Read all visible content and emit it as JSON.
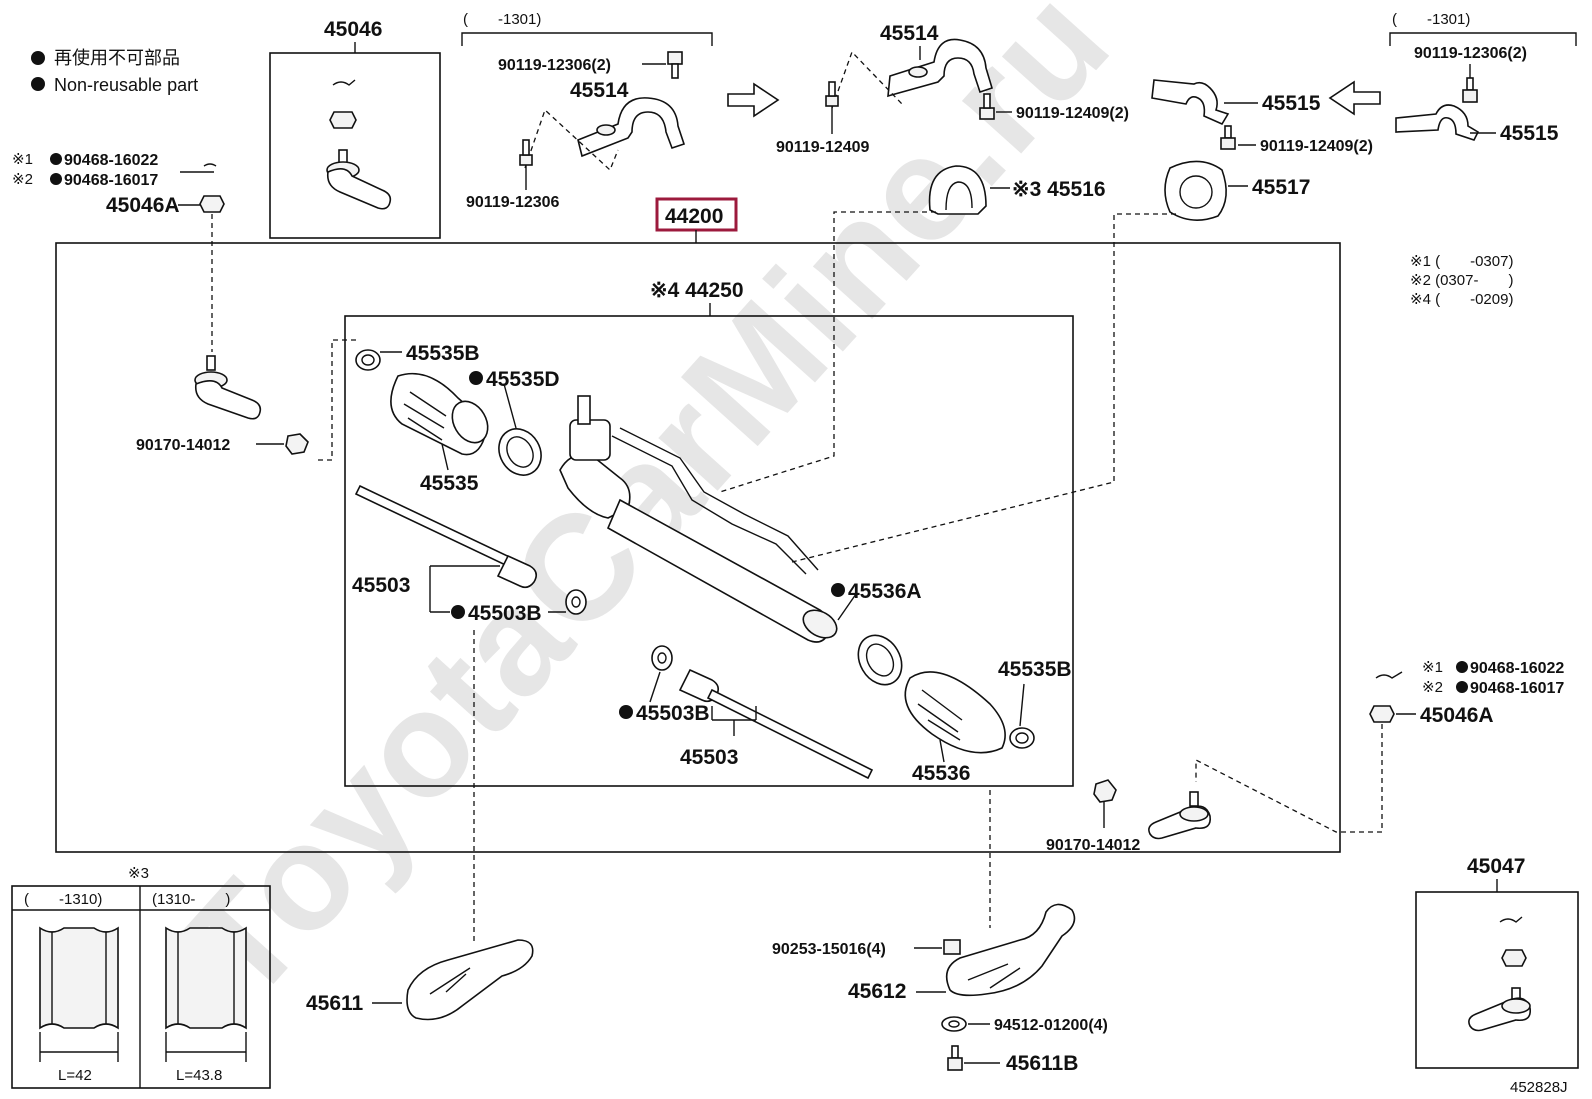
{
  "watermark": "ToyotaCarMine.ru",
  "legend": {
    "jp": "再使用不可部品",
    "en": "Non-reusable part"
  },
  "notes": {
    "n1": "※1 (　　-0307)",
    "n2": "※2 (0307-　　)",
    "n4": "※4 (　　-0209)"
  },
  "date_left": "(　　-1301)",
  "date_right": "(　　-1301)",
  "highlight_color": "#9c1a3c",
  "labels": {
    "p44200": "44200",
    "p44250": "※4 44250",
    "p45046": "45046",
    "p45047": "45047",
    "p45514a": "45514",
    "p45514b": "45514",
    "p45515a": "45515",
    "p45515b": "45515",
    "p45516": "※3 45516",
    "p45517": "45517",
    "b12306_2_l": "90119-12306(2)",
    "b12306_2_r": "90119-12306(2)",
    "b12306": "90119-12306",
    "b12409": "90119-12409",
    "b12409_2a": "90119-12409(2)",
    "b12409_2b": "90119-12409(2)",
    "cotter1_l": "※1",
    "cotter1_l_no": "90468-16022",
    "cotter2_l": "※2",
    "cotter2_l_no": "90468-16017",
    "cotter1_r": "※1",
    "cotter1_r_no": "90468-16022",
    "cotter2_r": "※2",
    "cotter2_r_no": "90468-16017",
    "nut_l": "45046A",
    "nut_r": "45046A",
    "n14012_l": "90170-14012",
    "n14012_r": "90170-14012",
    "p45535B_l": "45535B",
    "p45535B_r": "45535B",
    "p45535D": "45535D",
    "p45535": "45535",
    "p45503_l": "45503",
    "p45503_r": "45503",
    "p45503B_l": "45503B",
    "p45503B_r": "45503B",
    "p45536A": "45536A",
    "p45536": "45536",
    "p45611": "45611",
    "p45612": "45612",
    "p45611B": "45611B",
    "b15016": "90253-15016(4)",
    "w01200": "94512-01200(4)",
    "inset_title": "※3",
    "inset_col1": "(　　-1310)",
    "inset_col2": "(1310-　　)",
    "inset_L1": "L=42",
    "inset_L2": "L=43.8",
    "diagram_id": "452828J"
  }
}
